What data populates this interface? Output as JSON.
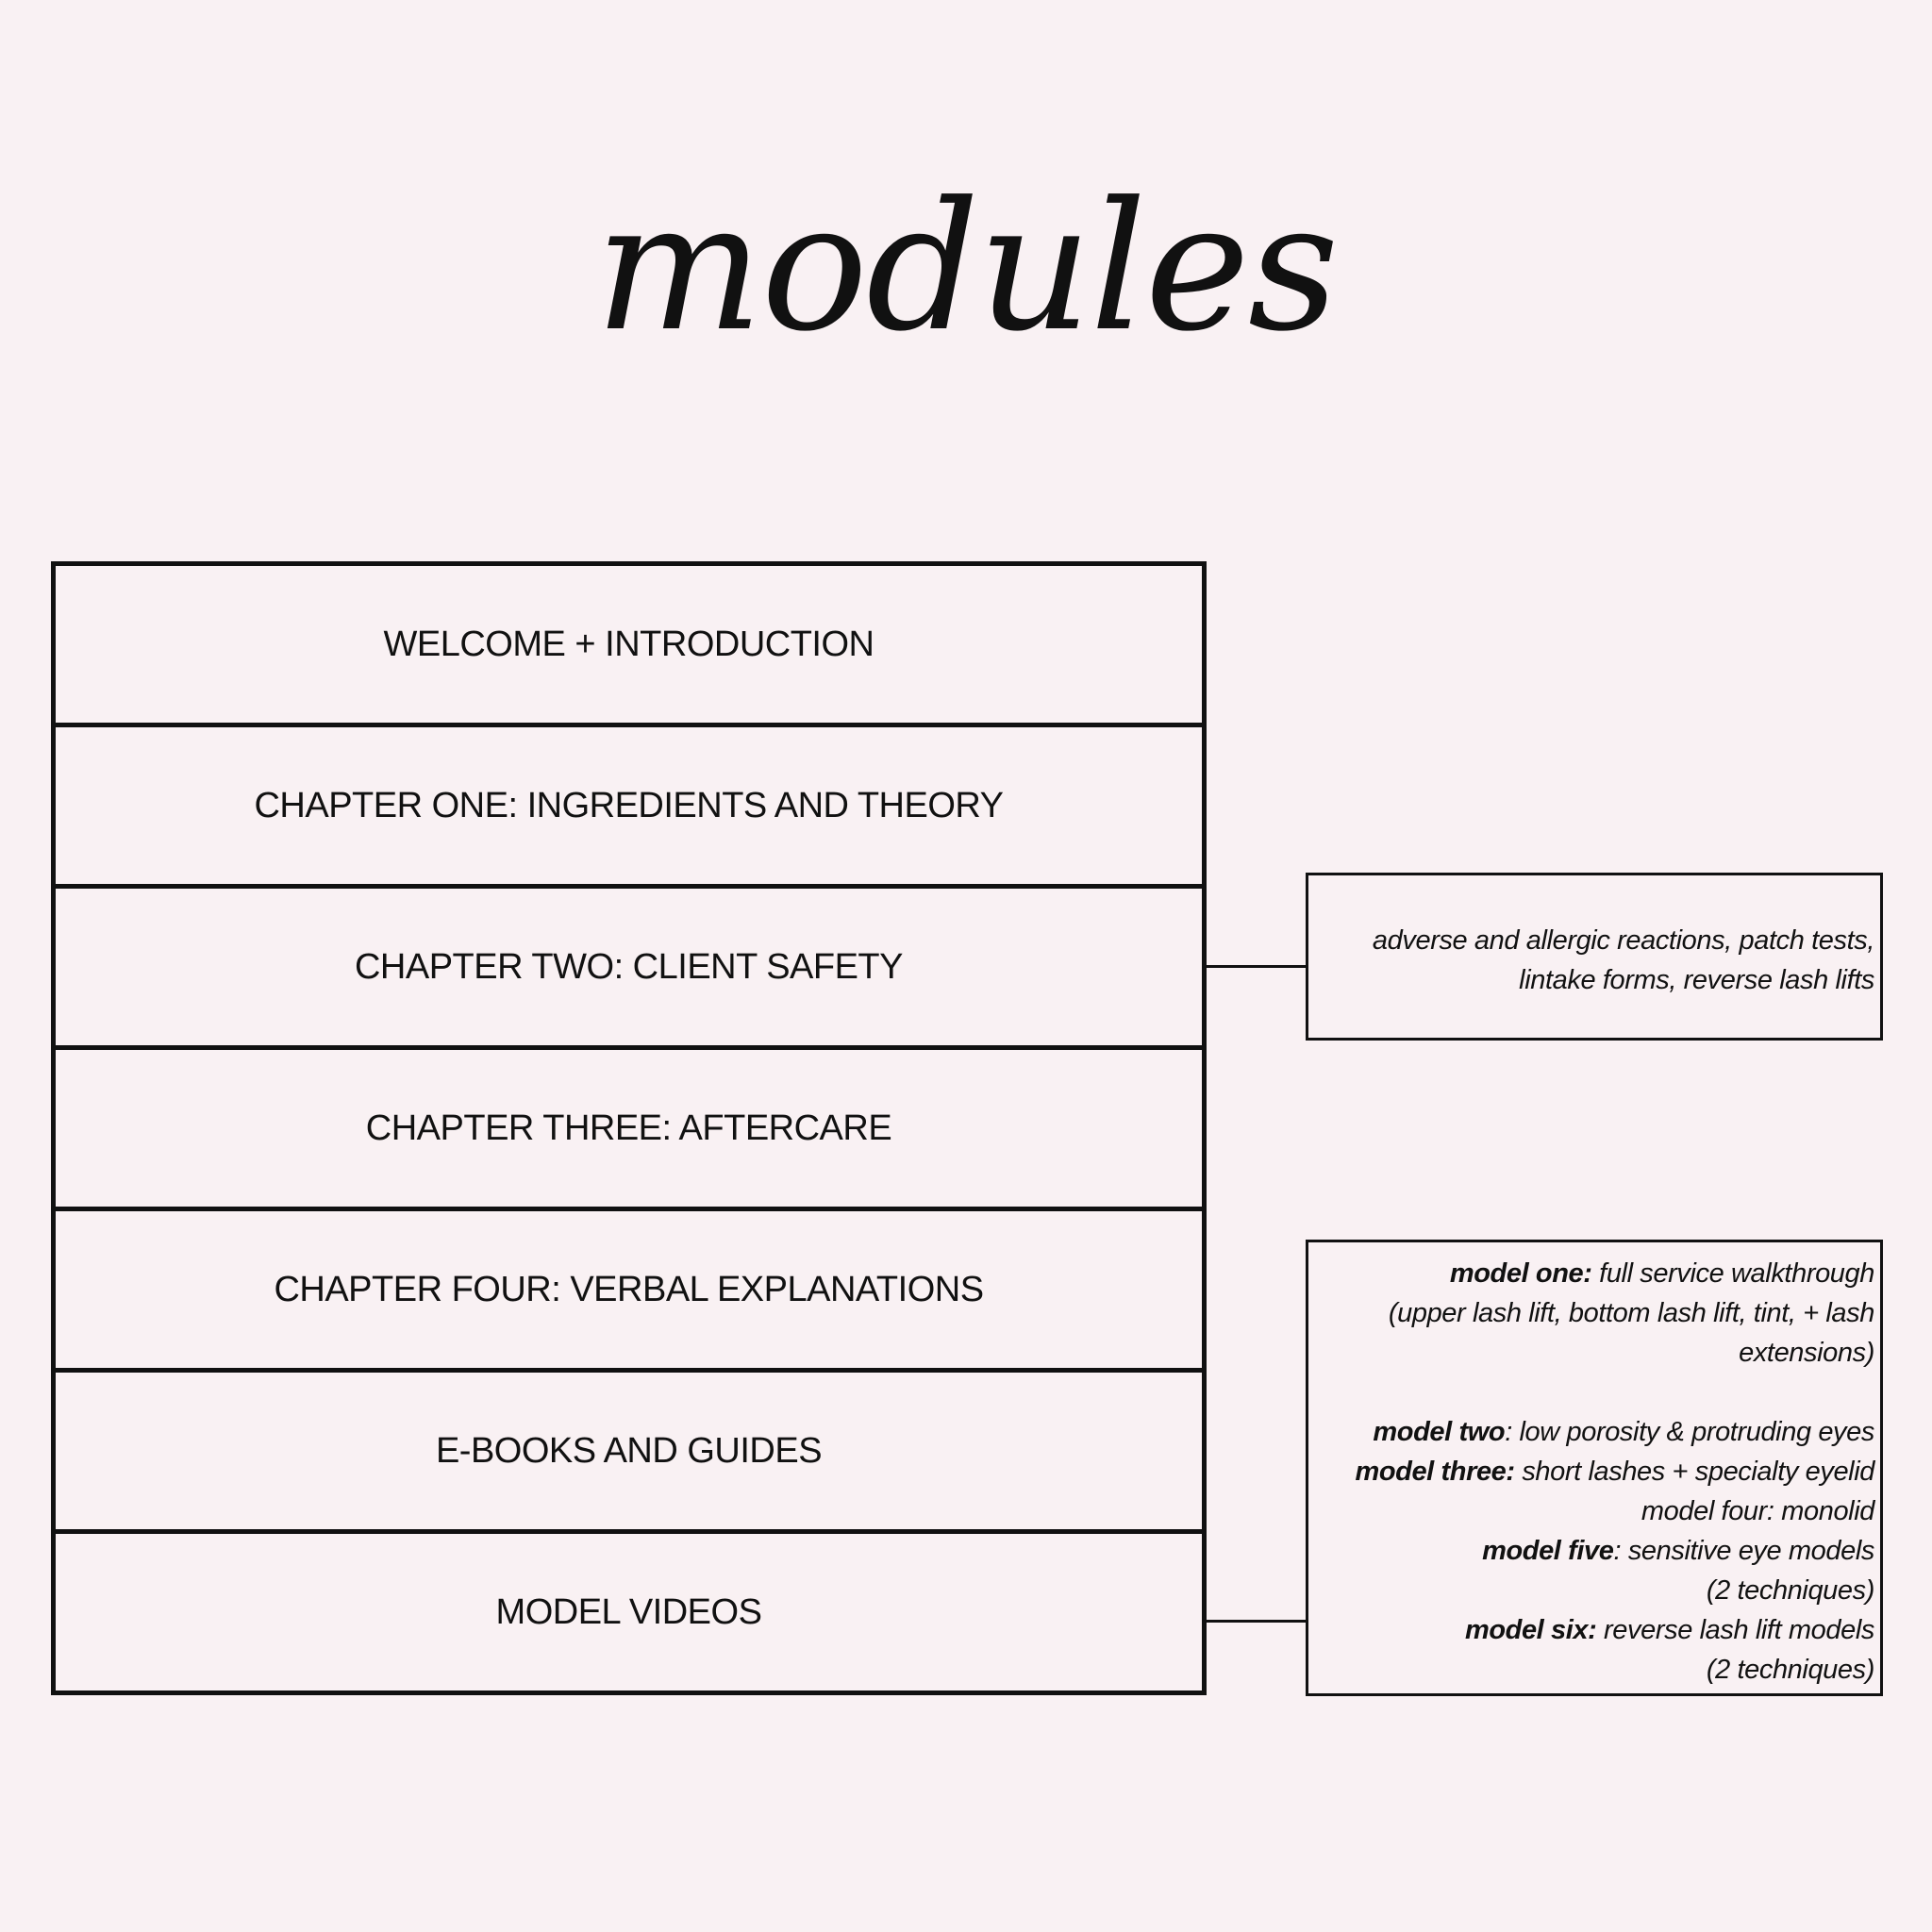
{
  "title": "modules",
  "modules": [
    "WELCOME + INTRODUCTION",
    "CHAPTER ONE: INGREDIENTS AND THEORY",
    "CHAPTER TWO: CLIENT SAFETY",
    "CHAPTER THREE: AFTERCARE",
    "CHAPTER FOUR: VERBAL EXPLANATIONS",
    "E-BOOKS AND GUIDES",
    "MODEL VIDEOS"
  ],
  "client_safety_note": {
    "lines": [
      "adverse and allergic reactions, patch tests,",
      "lintake forms, reverse lash lifts"
    ]
  },
  "model_videos_note": {
    "model_one_label": "model one:",
    "model_one_text": " full service walkthrough",
    "model_one_line2": "(upper lash lift, bottom lash lift, tint, + lash",
    "model_one_line3": "extensions)",
    "model_two_label": "model two",
    "model_two_text": ": low porosity & protruding eyes",
    "model_three_label": "model three:",
    "model_three_text": " short lashes + specialty eyelid",
    "model_four_text": "model four: monolid",
    "model_five_label": "model five",
    "model_five_text": ": sensitive eye models",
    "model_five_line2": "(2 techniques)",
    "model_six_label": "model six:",
    "model_six_text": " reverse lash lift models",
    "model_six_line2": "(2 techniques)"
  }
}
